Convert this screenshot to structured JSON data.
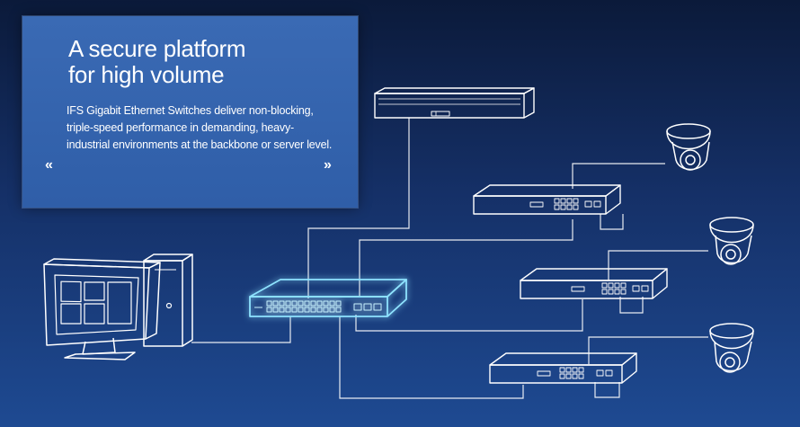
{
  "panel": {
    "title_line1": "A secure platform",
    "title_line2": "for high volume",
    "description": "IFS Gigabit Ethernet Switches deliver non-blocking, triple-speed performance in demanding, heavy-industrial environments at the backbone or server level.",
    "prev_glyph": "«",
    "next_glyph": "»"
  },
  "colors": {
    "background_top": "#0b1a3a",
    "background_bottom": "#1e4a92",
    "panel": "#3a6ab4",
    "line": "#ffffff",
    "glow": "#7fd4ff"
  },
  "icons": {
    "workstation": "computer-workstation-icon",
    "server": "rack-server-icon",
    "core_switch": "gigabit-switch-icon",
    "edge_switch": "ethernet-switch-icon",
    "camera": "dome-camera-icon"
  }
}
